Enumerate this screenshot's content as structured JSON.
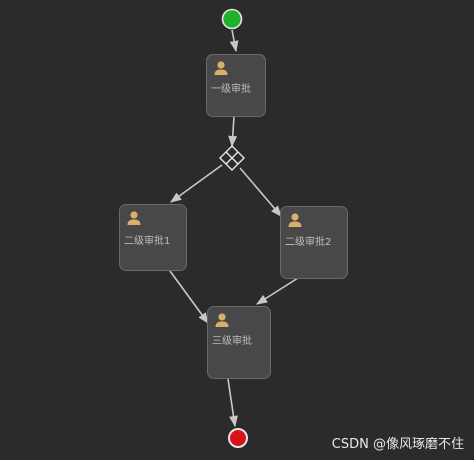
{
  "diagram": {
    "nodes": {
      "start": {
        "type": "start-event",
        "color": "#1fb12b"
      },
      "task1": {
        "type": "user-task",
        "label": "一级审批",
        "icon": "user-icon"
      },
      "gateway": {
        "type": "parallel-gateway",
        "icon": "plus-icon"
      },
      "task2a": {
        "type": "user-task",
        "label": "二级审批1",
        "icon": "user-icon"
      },
      "task2b": {
        "type": "user-task",
        "label": "二级审批2",
        "icon": "user-icon"
      },
      "task3": {
        "type": "user-task",
        "label": "三级审批",
        "icon": "user-icon"
      },
      "end": {
        "type": "end-event",
        "color": "#d9121a"
      }
    },
    "edges": [
      {
        "from": "start",
        "to": "task1"
      },
      {
        "from": "task1",
        "to": "gateway"
      },
      {
        "from": "gateway",
        "to": "task2a"
      },
      {
        "from": "gateway",
        "to": "task2b"
      },
      {
        "from": "task2a",
        "to": "task3"
      },
      {
        "from": "task2b",
        "to": "task3"
      },
      {
        "from": "task3",
        "to": "end"
      }
    ],
    "colors": {
      "background": "#2b2b2b",
      "task_fill": "#484848",
      "task_border": "#6a6a6a",
      "edge": "#c8c8c8",
      "icon": "#d8b06a"
    }
  },
  "watermark": "CSDN @像风琢磨不住"
}
